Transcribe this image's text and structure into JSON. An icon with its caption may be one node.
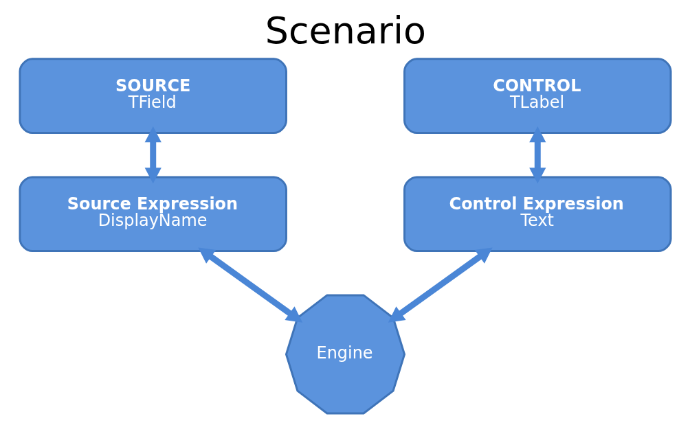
{
  "diagram": {
    "title": "Scenario",
    "nodes": [
      {
        "text": [
          "SOURCE",
          "TField"
        ]
      },
      {
        "text": [
          "CONTROL",
          "TLabel"
        ]
      },
      {
        "text": [
          "Source Expression",
          "DisplayName"
        ]
      },
      {
        "text": [
          "Control Expression",
          "Text"
        ]
      },
      {
        "text": [
          "Engine"
        ]
      }
    ],
    "edges": [
      {
        "from": 0,
        "to": 2,
        "arrow": "both"
      },
      {
        "from": 1,
        "to": 3,
        "arrow": "both"
      },
      {
        "from": 2,
        "to": 4,
        "arrow": "both"
      },
      {
        "from": 4,
        "to": 3,
        "arrow": "both"
      }
    ]
  }
}
